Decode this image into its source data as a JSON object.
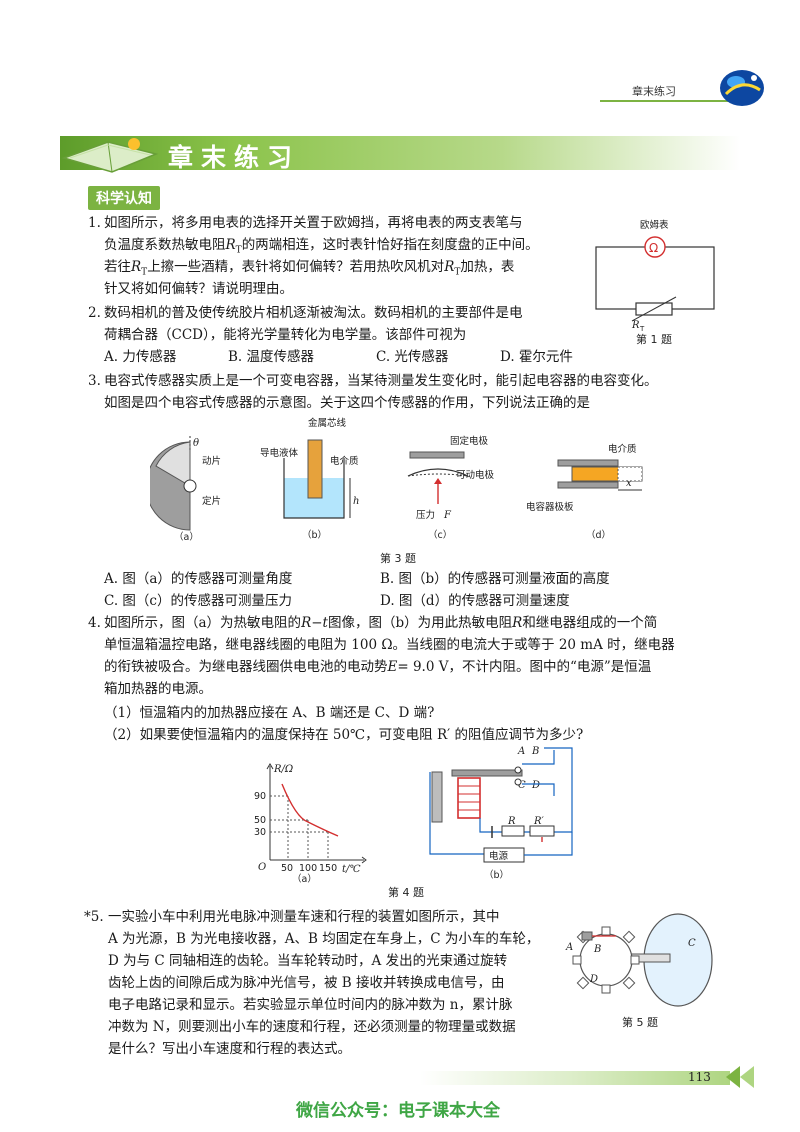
{
  "header": {
    "label": "章末练习"
  },
  "banner": {
    "title": "章末练习"
  },
  "section": {
    "title": "科学认知"
  },
  "q1": {
    "num": "1.",
    "l1": "如图所示，将多用电表的选择开关置于欧姆挡，再将电表的两支表笔与",
    "l2a": "负温度系数热敏电阻",
    "l2b": "的两端相连，这时表针恰好指在刻度盘的正中间。",
    "l3a": "若往",
    "l3b": "上擦一些酒精，表针将如何偏转？若用热吹风机对",
    "l3c": "加热，表",
    "l4": "针又将如何偏转？请说明理由。",
    "fig_meter": "欧姆表",
    "fig_omega": "Ω",
    "fig_rt": "R",
    "fig_rt_sub": "T",
    "caption": "第 1 题"
  },
  "q2": {
    "num": "2.",
    "l1": "数码相机的普及使传统胶片相机逐渐被淘汰。数码相机的主要部件是电",
    "l2": "荷耦合器（CCD），能将光学量转化为电学量。该部件可视为",
    "opts": [
      "A. 力传感器",
      "B. 温度传感器",
      "C. 光传感器",
      "D. 霍尔元件"
    ]
  },
  "q3": {
    "num": "3.",
    "l1": "电容式传感器实质上是一个可变电容器，当某待测量发生变化时，能引起电容器的电容变化。",
    "l2": "如图是四个电容式传感器的示意图。关于这四个传感器的作用，下列说法正确的是",
    "fig_a": {
      "theta": "θ",
      "moving": "动片",
      "fixed": "定片",
      "cap": "（a）"
    },
    "fig_b": {
      "core": "金属芯线",
      "liquid": "导电液体",
      "dielectric": "电介质",
      "h": "h",
      "cap": "（b）"
    },
    "fig_c": {
      "fixed": "固定电极",
      "movable": "可动电极",
      "pressure": "压力",
      "f": "F",
      "cap": "（c）"
    },
    "fig_d": {
      "dielectric": "电介质",
      "x": "x",
      "plates": "电容器极板",
      "cap": "（d）"
    },
    "caption": "第 3 题",
    "opts": [
      "A. 图（a）的传感器可测量角度",
      "B. 图（b）的传感器可测量液面的高度",
      "C. 图（c）的传感器可测量压力",
      "D. 图（d）的传感器可测量速度"
    ]
  },
  "q4": {
    "num": "4.",
    "l1a": "如图所示，图（a）为热敏电阻的",
    "l1b": "图像，图（b）为用此热敏电阻",
    "l1c": "和继电器组成的一个简",
    "l2": "单恒温箱温控电路，继电器线圈的电阻为 100 Ω。当线圈的电流大于或等于 20 mA 时，继电器",
    "l3a": "的衔铁被吸合。为继电器线圈供电电池的电动势",
    "l3b": "= 9.0 V，不计内阻。图中的“电源”是恒温",
    "l4": "箱加热器的电源。",
    "sub1": "（1）恒温箱内的加热器应接在 A、B 端还是 C、D 端?",
    "sub2": "（2）如果要使恒温箱内的温度保持在 50℃，可变电阻 R′ 的阻值应调节为多少?",
    "fig_a": {
      "ylabel": "R/Ω",
      "xlabel": "t/℃",
      "origin": "O",
      "yticks": [
        "90",
        "50",
        "30"
      ],
      "xticks": [
        "50",
        "100",
        "150"
      ],
      "cap": "（a）"
    },
    "fig_b": {
      "a": "A",
      "b": "B",
      "c": "C",
      "d": "D",
      "r": "R",
      "rp": "R′",
      "source": "电源",
      "cap": "（b）"
    },
    "caption": "第 4 题"
  },
  "q5": {
    "num": "*5.",
    "l1": "一实验小车中利用光电脉冲测量车速和行程的装置如图所示，其中",
    "l2": "A 为光源，B 为光电接收器，A、B 均固定在车身上，C 为小车的车轮，",
    "l3": "D 为与 C 同轴相连的齿轮。当车轮转动时，A 发出的光束通过旋转",
    "l4": "齿轮上齿的间隙后成为脉冲光信号，被 B 接收并转换成电信号，由",
    "l5": "电子电路记录和显示。若实验显示单位时间内的脉冲数为 n，累计脉",
    "l6": "冲数为 N，则要测出小车的速度和行程，还必须测量的物理量或数据",
    "l7": "是什么？写出小车速度和行程的表达式。",
    "fig": {
      "a": "A",
      "b": "B",
      "c": "C",
      "d": "D"
    },
    "caption": "第 5 题"
  },
  "page_number": "113",
  "footer": {
    "text": "微信公众号：电子课本大全"
  },
  "colors": {
    "accent_green": "#7cb342",
    "banner_green": "#8bc34a",
    "footer_green": "#3fa645",
    "red": "#d32f2f",
    "blue": "#1565c0"
  },
  "icons": [
    "book-logo-icon",
    "chapter-globe-icon",
    "page-arrow-icon"
  ]
}
